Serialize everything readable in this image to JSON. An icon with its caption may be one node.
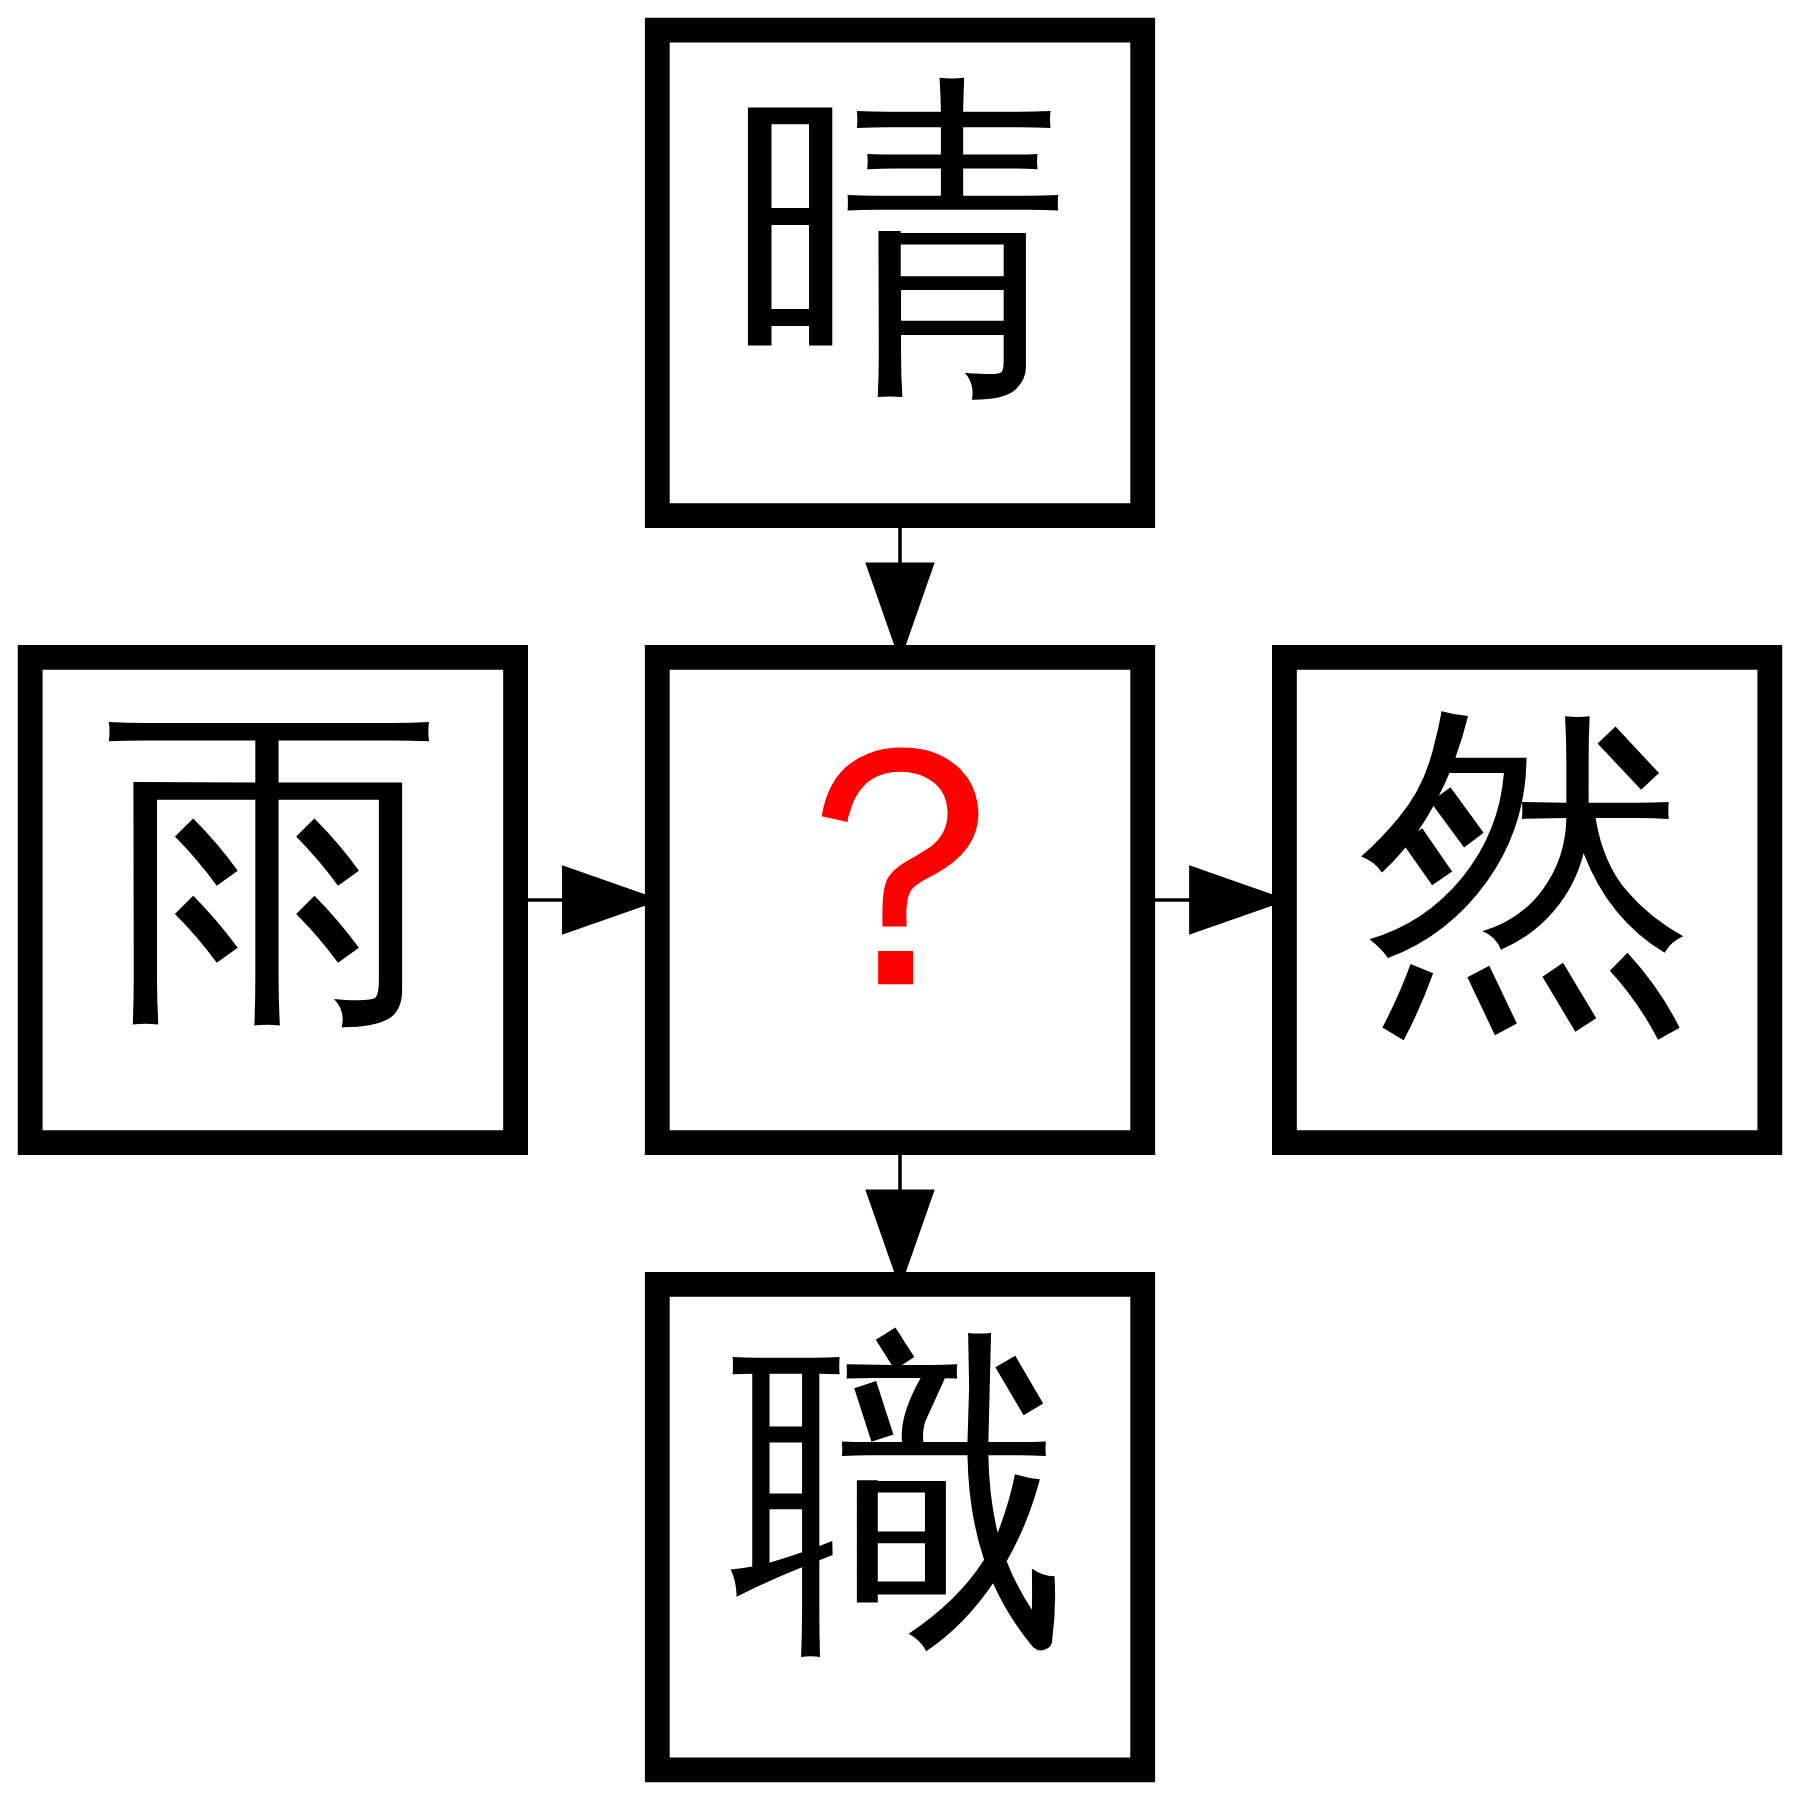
{
  "diagram": {
    "nodes": [
      {
        "text": [
          "晴"
        ]
      },
      {
        "text": [
          "雨"
        ]
      },
      {
        "text": [
          "？"
        ]
      },
      {
        "text": [
          "然"
        ]
      },
      {
        "text": [
          "職"
        ]
      }
    ],
    "edges": [
      {
        "from": 0,
        "to": 2,
        "arrow": "to"
      },
      {
        "from": 1,
        "to": 2,
        "arrow": "to"
      },
      {
        "from": 2,
        "to": 3,
        "arrow": "to"
      },
      {
        "from": 2,
        "to": 4,
        "arrow": "to"
      }
    ]
  }
}
